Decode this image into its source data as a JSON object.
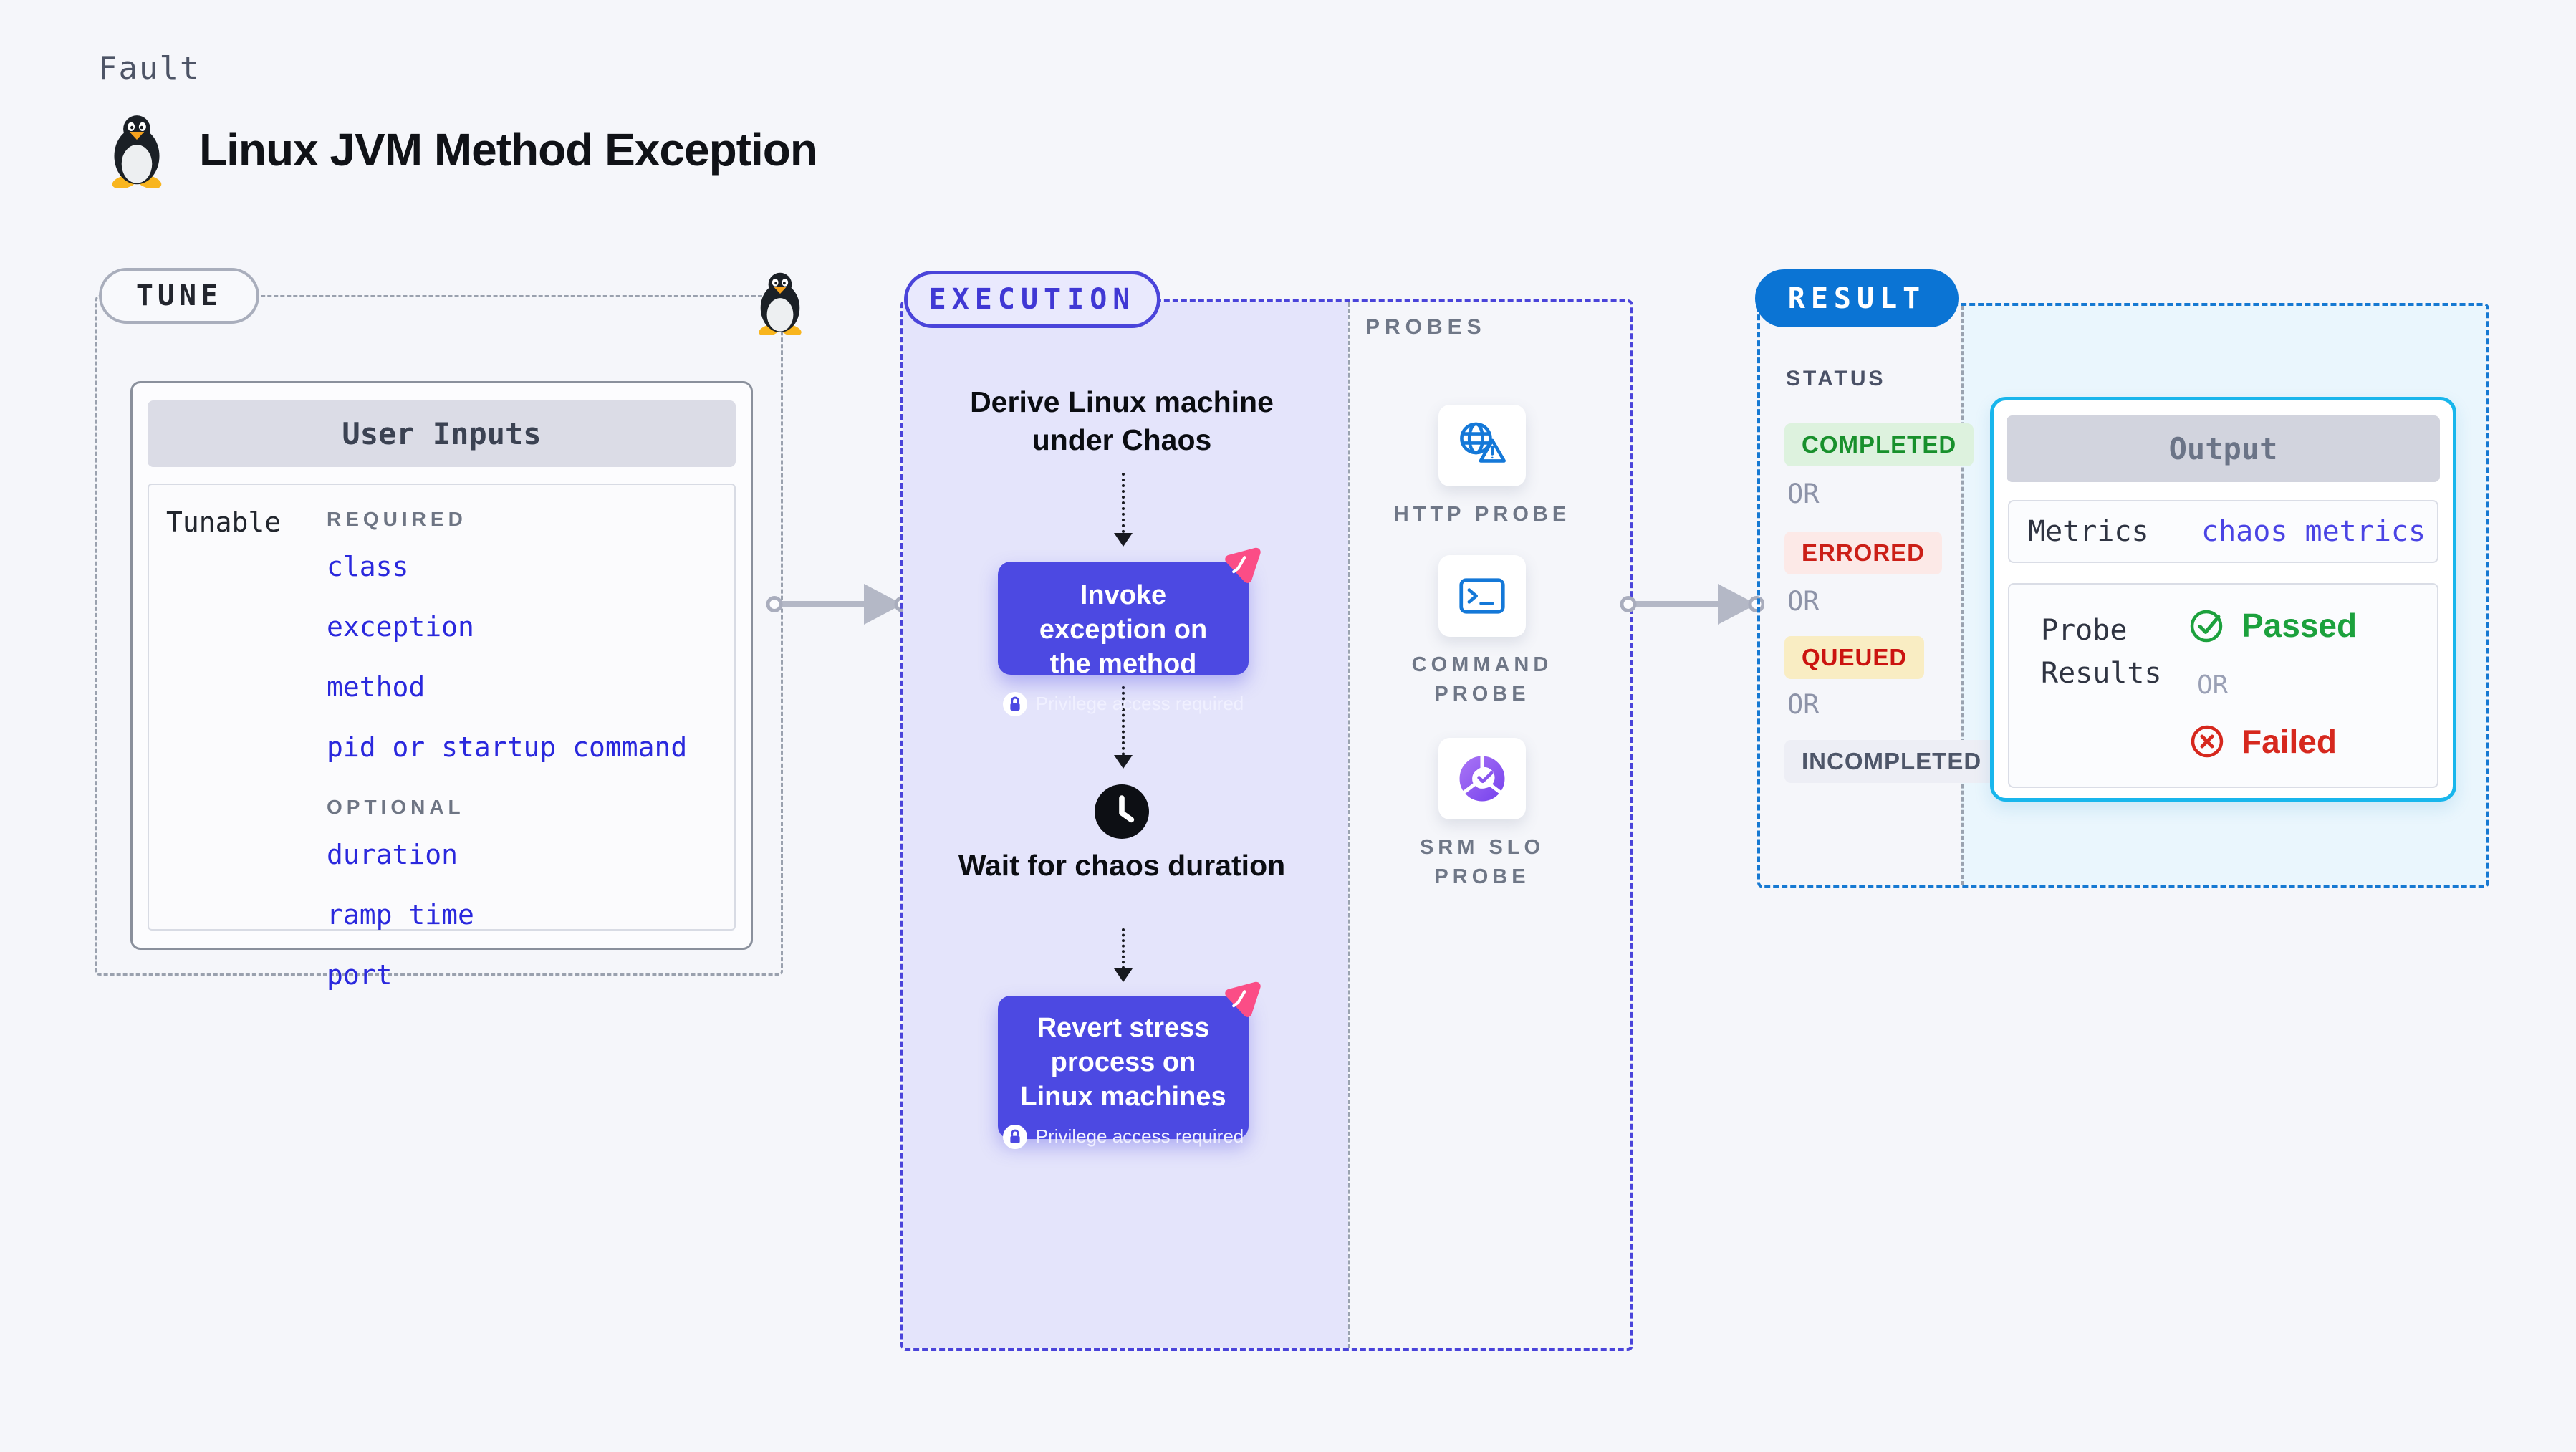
{
  "header": {
    "eyebrow": "Fault",
    "title": "Linux JVM Method Exception"
  },
  "tune": {
    "label": "TUNE",
    "card_title": "User Inputs",
    "row_label": "Tunable",
    "required_label": "REQUIRED",
    "optional_label": "OPTIONAL",
    "required_items": [
      "class",
      "exception",
      "method",
      "pid or startup command"
    ],
    "optional_items": [
      "duration",
      "ramp time",
      "port"
    ]
  },
  "execution": {
    "label": "EXECUTION",
    "derive_text": "Derive Linux machine under Chaos",
    "invoke_title": "Invoke exception on the method",
    "wait_text": "Wait for chaos duration",
    "revert_title": "Revert stress process on Linux machines",
    "privilege_badge": "Privilege access required"
  },
  "probes": {
    "label": "PROBES",
    "items": [
      {
        "name": "HTTP PROBE",
        "icon": "globe-alert-icon"
      },
      {
        "name": "COMMAND PROBE",
        "icon": "terminal-icon"
      },
      {
        "name": "SRM SLO PROBE",
        "icon": "slo-donut-icon"
      }
    ]
  },
  "result": {
    "label": "RESULT",
    "status_label": "STATUS",
    "or_label": "OR",
    "statuses": [
      {
        "text": "COMPLETED",
        "type": "green"
      },
      {
        "text": "ERRORED",
        "type": "red"
      },
      {
        "text": "QUEUED",
        "type": "yellow"
      },
      {
        "text": "INCOMPLETED",
        "type": "gray"
      }
    ],
    "output": {
      "title": "Output",
      "metrics_label": "Metrics",
      "metrics_value": "chaos metrics",
      "probe_label": "Probe Results",
      "passed": "Passed",
      "or_label": "OR",
      "failed": "Failed"
    }
  },
  "colors": {
    "indigo": "#4c49e2",
    "execution_border": "#4a44da",
    "purple_fill": "#e4e4fb",
    "result_blue": "#0b74d4",
    "cyan_border": "#19b6ec",
    "cyan_fill": "#eaf6fd",
    "probe_blue": "#1478d8",
    "slo_purple": "#8a56ee",
    "pink": "#fb4d86",
    "green": "#1ca13d",
    "red": "#d6281e",
    "link_blue": "#2a28dd"
  }
}
